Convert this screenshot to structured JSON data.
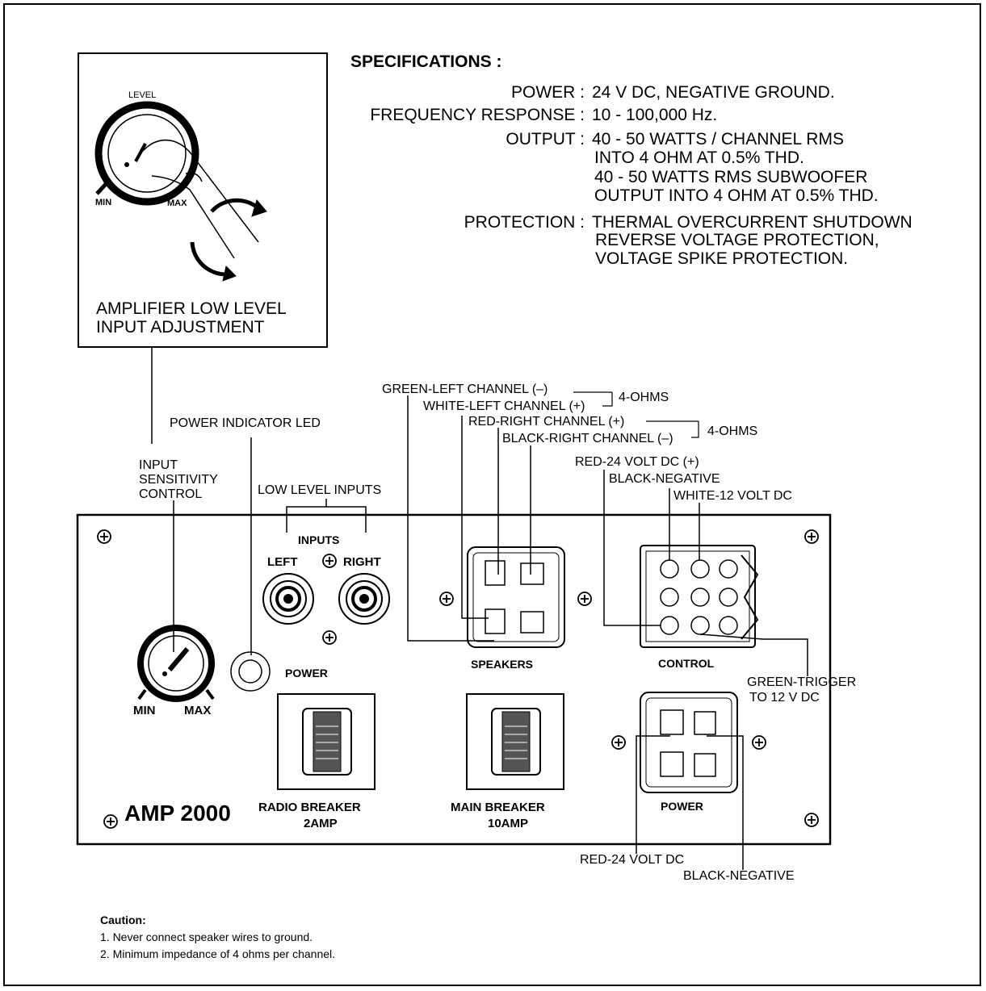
{
  "specifications": {
    "title": "SPECIFICATIONS :",
    "power_label": "POWER :",
    "power_value": "24 V DC, NEGATIVE GROUND.",
    "freq_label": "FREQUENCY RESPONSE :",
    "freq_value": "10 - 100,000 Hz.",
    "output_label": "OUTPUT :",
    "output_lines": [
      "40 - 50 WATTS / CHANNEL RMS",
      "INTO 4 OHM AT 0.5% THD.",
      "40 - 50 WATTS RMS SUBWOOFER",
      "OUTPUT INTO 4 OHM AT 0.5% THD."
    ],
    "protection_label": "PROTECTION :",
    "protection_lines": [
      "THERMAL OVERCURRENT SHUTDOWN",
      "REVERSE VOLTAGE PROTECTION,",
      "VOLTAGE SPIKE PROTECTION."
    ]
  },
  "inset": {
    "level": "LEVEL",
    "min": "MIN",
    "max": "MAX",
    "caption_line1": "AMPLIFIER LOW LEVEL",
    "caption_line2": "INPUT ADJUSTMENT"
  },
  "callouts": {
    "power_led": "POWER INDICATOR LED",
    "input_sensitivity": [
      "INPUT",
      "SENSITIVITY",
      "CONTROL"
    ],
    "low_level_inputs": "LOW LEVEL INPUTS",
    "green_left": "GREEN-LEFT CHANNEL (–)",
    "white_left": "WHITE-LEFT CHANNEL (+)",
    "ohms_left": "4-OHMS",
    "red_right": "RED-RIGHT CHANNEL (+)",
    "black_right": "BLACK-RIGHT CHANNEL (–)",
    "ohms_right": "4-OHMS",
    "red_24v": "RED-24 VOLT DC (+)",
    "black_negative": "BLACK-NEGATIVE",
    "white_12v": "WHITE-12 VOLT DC",
    "green_trigger": [
      "GREEN-TRIGGER",
      "TO 12 V DC"
    ],
    "red_24v_bottom": "RED-24 VOLT DC",
    "black_negative_bottom": "BLACK-NEGATIVE"
  },
  "panel": {
    "inputs": "INPUTS",
    "left": "LEFT",
    "right": "RIGHT",
    "power_led_label": "POWER",
    "min": "MIN",
    "max": "MAX",
    "model": "AMP 2000",
    "radio_breaker": [
      "RADIO BREAKER",
      "2AMP"
    ],
    "main_breaker": [
      "MAIN BREAKER",
      "10AMP"
    ],
    "speakers": "SPEAKERS",
    "control": "CONTROL",
    "power_connector": "POWER"
  },
  "caution": {
    "title": "Caution:",
    "items": [
      "1. Never connect speaker wires to ground.",
      "2. Minimum impedance of 4 ohms per channel."
    ]
  }
}
